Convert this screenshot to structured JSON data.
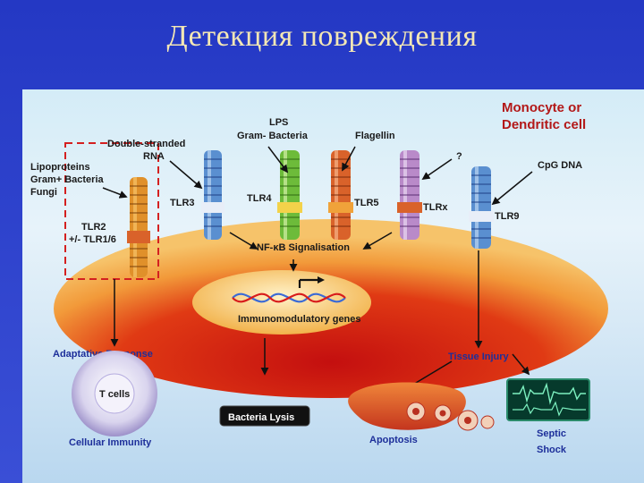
{
  "title": "Детекция повреждения",
  "cell": {
    "line1": "Monocyte or",
    "line2": "Dendritic cell"
  },
  "ligands": {
    "lipo": [
      "Lipoproteins",
      "Gram+ Bacteria",
      "Fungi"
    ],
    "dsrna": [
      "Double-stranded",
      "RNA"
    ],
    "lps": [
      "LPS",
      "Gram- Bacteria"
    ],
    "flagellin": "Flagellin",
    "unknown": "?",
    "cpg": "CpG DNA"
  },
  "receptors": {
    "tlr2": [
      "TLR2",
      "+/- TLR1/6"
    ],
    "tlr3": "TLR3",
    "tlr4": "TLR4",
    "tlr5": "TLR5",
    "tlrx": "TLRx",
    "tlr9": "TLR9"
  },
  "signal": "NF-κB Signalisation",
  "genes": "Immunomodulatory genes",
  "outcomes": {
    "adaptive": "Adaptative Response",
    "tcells": "T cells",
    "cellular": "Cellular Immunity",
    "lysis": "Bacteria Lysis",
    "tissue": "Tissue Injury",
    "apoptosis": "Apoptosis",
    "septic": [
      "Septic",
      "Shock"
    ]
  },
  "colors": {
    "slide_bg": "#2b3fbd",
    "title": "#f3e7b5",
    "cell_outer": "#f0a23a",
    "cell_inner": "#d81b1b",
    "tlr2": "#e0902a",
    "tlr3": "#5a8fd0",
    "tlr4": "#6dbb3a",
    "tlr5": "#d9622a",
    "tlrx": "#b98ac9",
    "tlr9": "#5a8fd0",
    "dashed_box": "#d42020",
    "header_red": "#b31818"
  }
}
